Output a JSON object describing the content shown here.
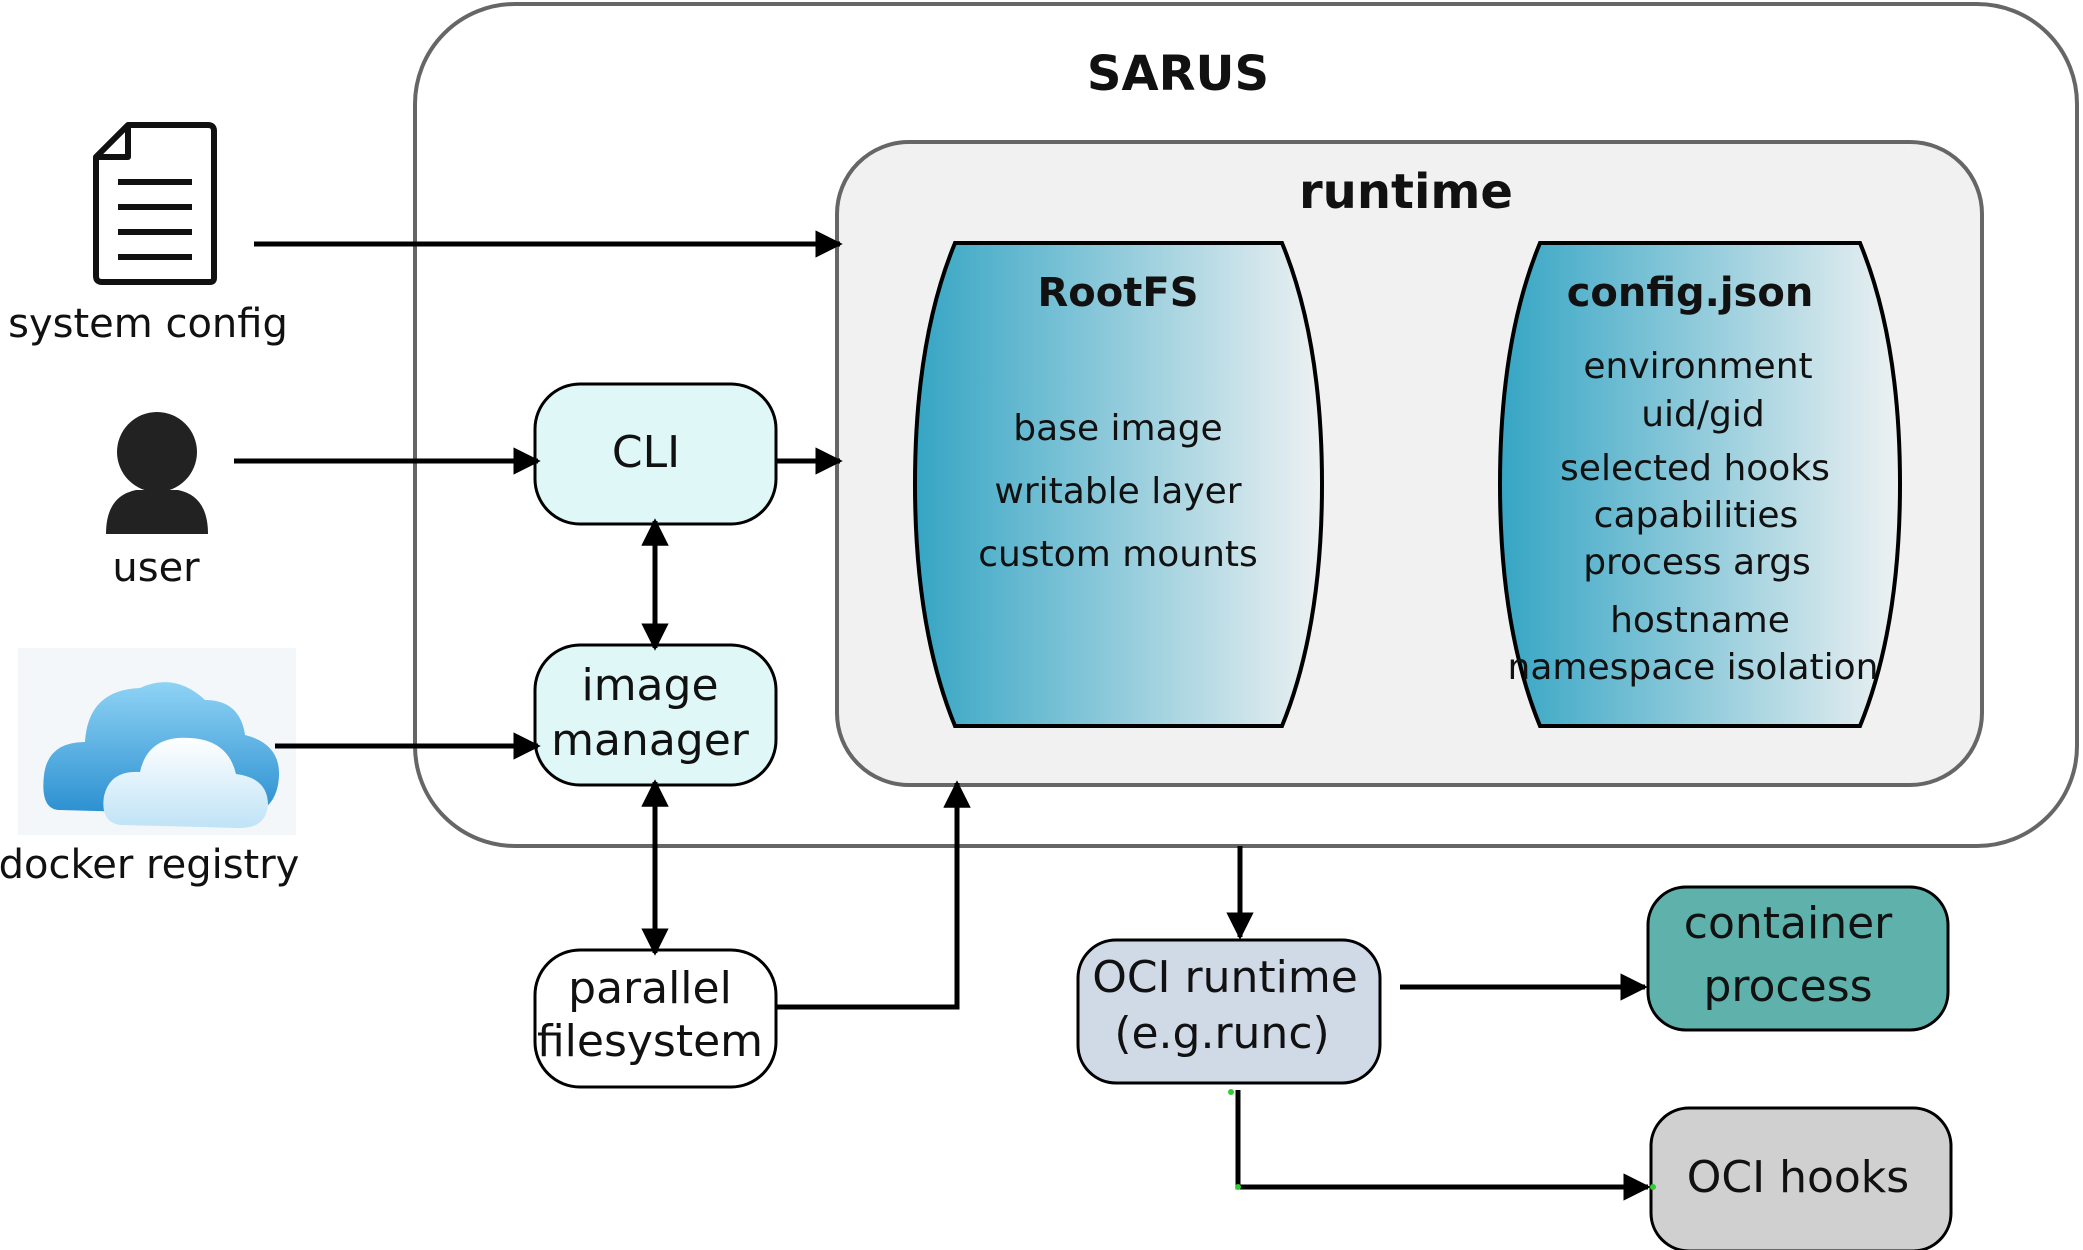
{
  "sarus": {
    "title": "SARUS"
  },
  "runtime": {
    "title": "runtime"
  },
  "rootfs": {
    "title": "RootFS",
    "items": [
      "base image",
      "writable layer",
      "custom mounts"
    ]
  },
  "config_json": {
    "title": "config.json",
    "items": [
      "environment",
      "uid/gid",
      "selected hooks",
      "capabilities",
      "process args",
      "hostname",
      "namespace isolation"
    ]
  },
  "cli": {
    "label": "CLI"
  },
  "image_manager": {
    "line1": "image",
    "line2": "manager"
  },
  "parallel_fs": {
    "line1": "parallel",
    "line2": "filesystem"
  },
  "oci_runtime": {
    "line1": "OCI runtime",
    "line2": "(e.g.runc)"
  },
  "container_process": {
    "line1": "container",
    "line2": "process"
  },
  "oci_hooks": {
    "label": "OCI hooks"
  },
  "inputs": {
    "system_config": "system config",
    "user": "user",
    "docker_registry": "docker registry"
  },
  "colors": {
    "cli_fill": "#e0f7f7",
    "oci_runtime_fill": "#cfdae6",
    "container_fill": "#5fb1ab",
    "hooks_fill": "#d0d0d0",
    "runtime_fill": "#f1f1f1",
    "cylinder_dark": "#3aa9c8"
  }
}
